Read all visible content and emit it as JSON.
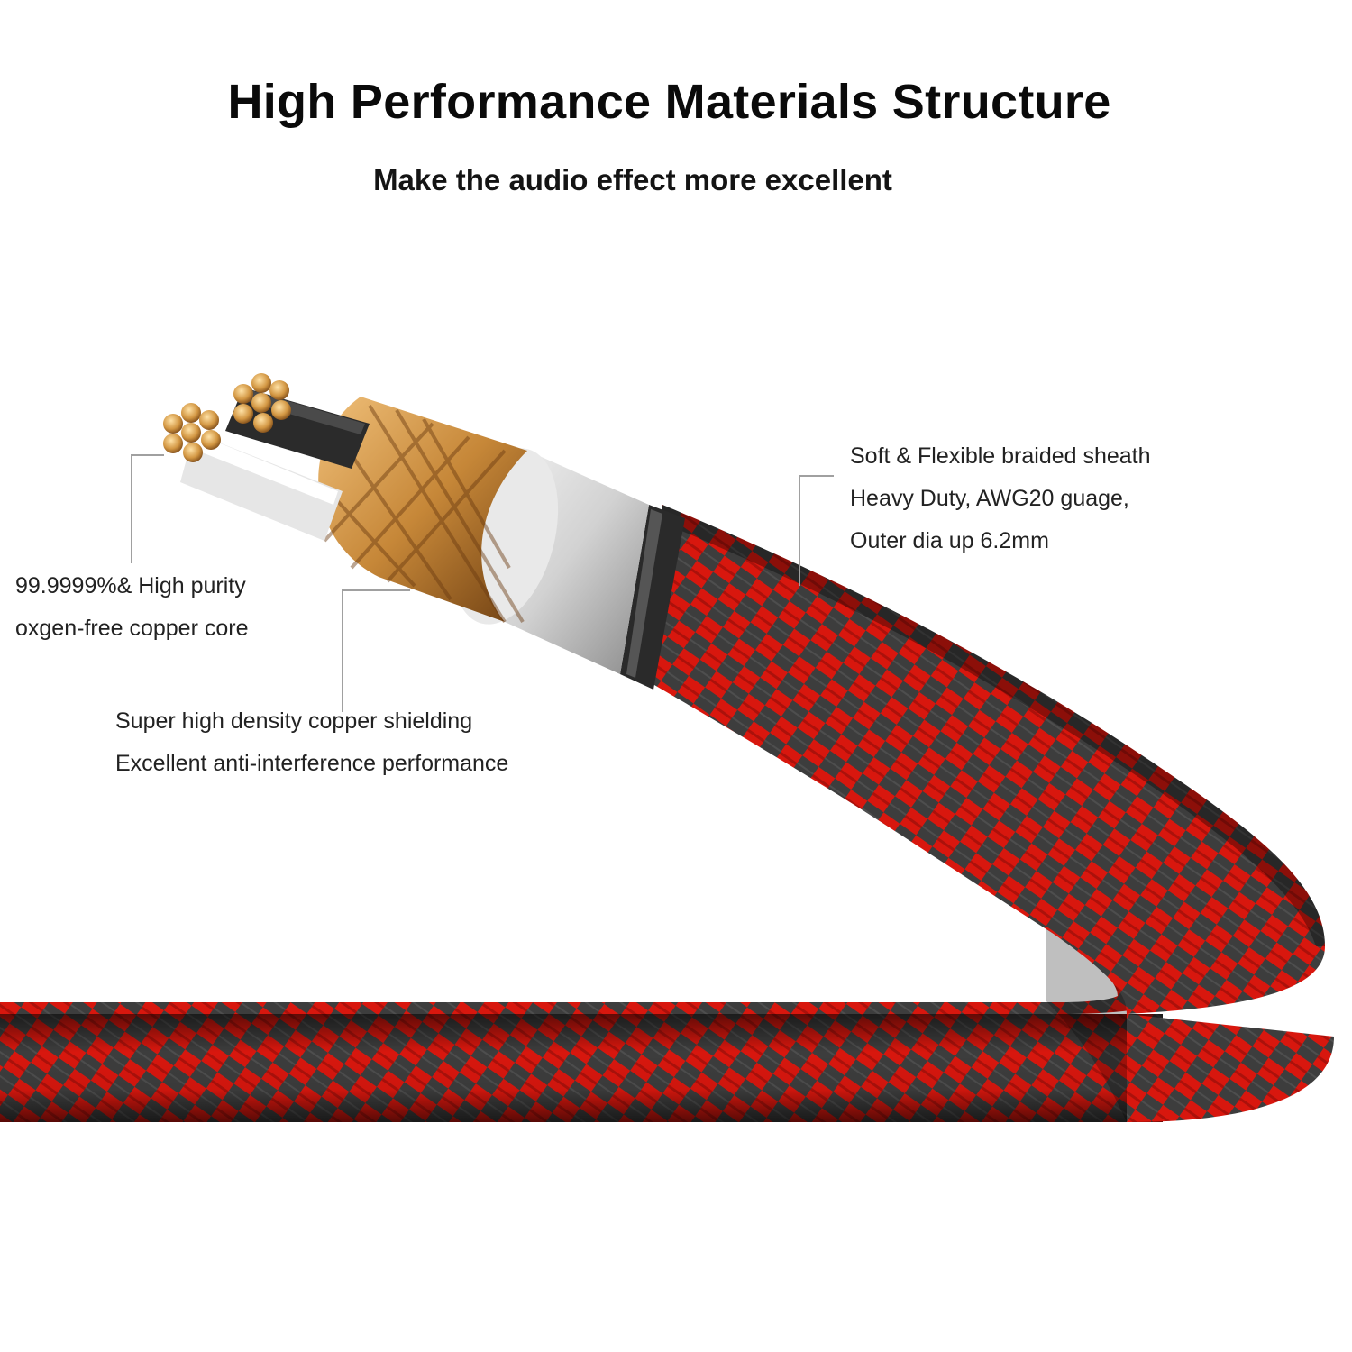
{
  "header": {
    "title": "High Performance Materials Structure",
    "subtitle": "Make the audio effect more excellent"
  },
  "callouts": {
    "core": {
      "line1": "99.9999%& High purity",
      "line2": "oxgen-free copper core"
    },
    "shield": {
      "line1": "Super high density copper shielding",
      "line2": "Excellent anti-interference performance"
    },
    "sheath": {
      "line1": "Soft & Flexible braided sheath",
      "line2": "Heavy Duty, AWG20 guage,",
      "line3": "Outer dia up 6.2mm"
    }
  },
  "colors": {
    "braid_red": "#e01a10",
    "braid_dark": "#2a2a2a",
    "copper": "#c98a3e",
    "sleeve_silver": "#d9d9d9",
    "leader_line": "#9a9a9a"
  }
}
